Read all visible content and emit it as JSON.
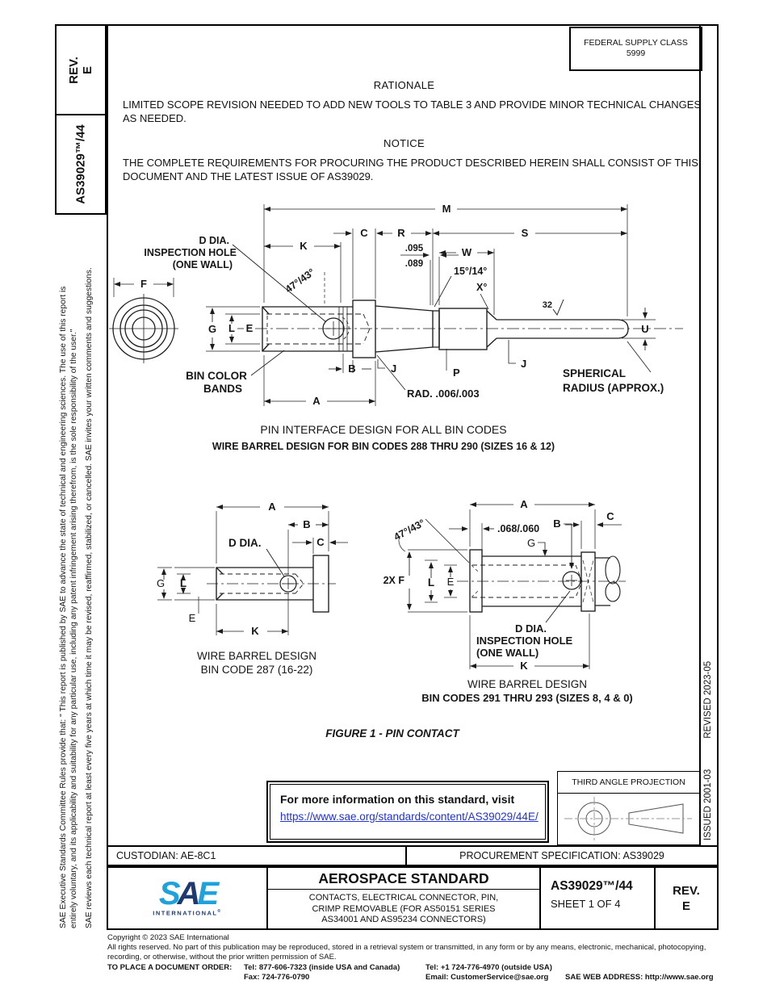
{
  "header": {
    "rev_label": "REV.",
    "rev_value": "E",
    "doc_number": "AS39029™/44",
    "fsc_label": "FEDERAL SUPPLY CLASS",
    "fsc_value": "5999"
  },
  "margins": {
    "left_disclaimer_line1": "SAE Executive Standards Committee Rules provide that: \" This report is published by SAE to advance the state of technical and engineering sciences. The use of this report is",
    "left_disclaimer_line2": "entirely voluntary, and its applicability and suitability for any particular use, including any patent infringement arising therefrom, is the sole responsibility of the user.\"",
    "left_disclaimer_line3": "SAE reviews each technical report at least every five years at which time it may be revised, reaffirmed, stabilized, or cancelled. SAE invites your written comments and suggestions.",
    "issued": "ISSUED 2001-03",
    "revised": "REVISED 2023-05"
  },
  "rationale": {
    "heading": "RATIONALE",
    "line1": "LIMITED SCOPE REVISION NEEDED TO ADD NEW TOOLS TO TABLE 3 AND PROVIDE MINOR TECHNICAL CHANGES",
    "line2": "AS NEEDED."
  },
  "notice": {
    "heading": "NOTICE",
    "line1": "THE COMPLETE REQUIREMENTS FOR PROCURING THE PRODUCT DESCRIBED HEREIN SHALL CONSIST OF THIS",
    "line2": "DOCUMENT AND THE LATEST ISSUE OF AS39029."
  },
  "figure": {
    "dims": {
      "M": "M",
      "S": "S",
      "C": "C",
      "R": "R",
      "K": "K",
      "W": "W",
      "F": "F",
      "G": "G",
      "L": "L",
      "E": "E",
      "B": "B",
      "J": "J",
      "P": "P",
      "A": "A",
      "U": "U",
      "X": "X°",
      "angle_47_43": "47°/43°",
      "angle_15_14": "15°/14°",
      "d095": ".095",
      "d089": ".089",
      "d068": ".068/.060",
      "rad": "RAD. .006/.003",
      "surface_finish": "32",
      "two_x_f": "2X F"
    },
    "notes": {
      "d_dia": "D DIA.",
      "inspection_hole": "INSPECTION HOLE",
      "one_wall": "(ONE WALL)",
      "bin_color": "BIN COLOR",
      "bands": "BANDS",
      "spherical": "SPHERICAL",
      "radius_approx": "RADIUS (APPROX.)"
    },
    "captions": {
      "top_line1": "PIN INTERFACE DESIGN FOR ALL BIN CODES",
      "top_line2": "WIRE BARREL DESIGN FOR BIN CODES 288 THRU 290 (SIZES 16 & 12)",
      "left_line1": "WIRE BARREL DESIGN",
      "left_line2": "BIN CODE 287 (16-22)",
      "right_line1": "WIRE BARREL DESIGN",
      "right_line2": "BIN CODES 291 THRU 293 (SIZES 8, 4 & 0)",
      "figure_title": "FIGURE 1 - PIN CONTACT"
    }
  },
  "info_box": {
    "text": "For more information on this standard, visit",
    "link": "https://www.sae.org/standards/content/AS39029/44E/"
  },
  "projection": {
    "title": "THIRD ANGLE PROJECTION"
  },
  "footer_table": {
    "custodian": "CUSTODIAN: AE-8C1",
    "procurement": "PROCUREMENT SPECIFICATION: AS39029",
    "logo_s": "S",
    "logo_a": "A",
    "logo_e": "E",
    "logo_sub": "INTERNATIONAL",
    "logo_reg": "®",
    "title": "AEROSPACE STANDARD",
    "subtitle_lines": [
      "CONTACTS, ELECTRICAL CONNECTOR, PIN,",
      "CRIMP REMOVABLE (FOR AS50151 SERIES",
      "AS34001 AND AS95234 CONNECTORS)"
    ],
    "doc_number": "AS39029™/44",
    "sheet": "SHEET 1 OF 4",
    "rev_label": "REV.",
    "rev_value": "E"
  },
  "copyright": {
    "line1": "Copyright © 2023 SAE International",
    "line2": "All rights reserved. No part of this publication may be reproduced, stored in a retrieval system or transmitted, in any form or by any means, electronic, mechanical, photocopying,",
    "line3": "recording, or otherwise, without the prior written permission of SAE.",
    "order_label": "TO PLACE A DOCUMENT ORDER:",
    "tel_inside": "Tel: 877-606-7323 (inside USA and Canada)",
    "fax": "Fax: 724-776-0790",
    "tel_outside": "Tel: +1 724-776-4970 (outside USA)",
    "email": "Email: CustomerService@sae.org",
    "web": "SAE WEB ADDRESS: http://www.sae.org"
  },
  "colors": {
    "link_blue": "#2433cc",
    "sae_light_blue": "#1FA2DC",
    "sae_navy": "#1F3A70",
    "line_color": "#1c1c1c"
  }
}
